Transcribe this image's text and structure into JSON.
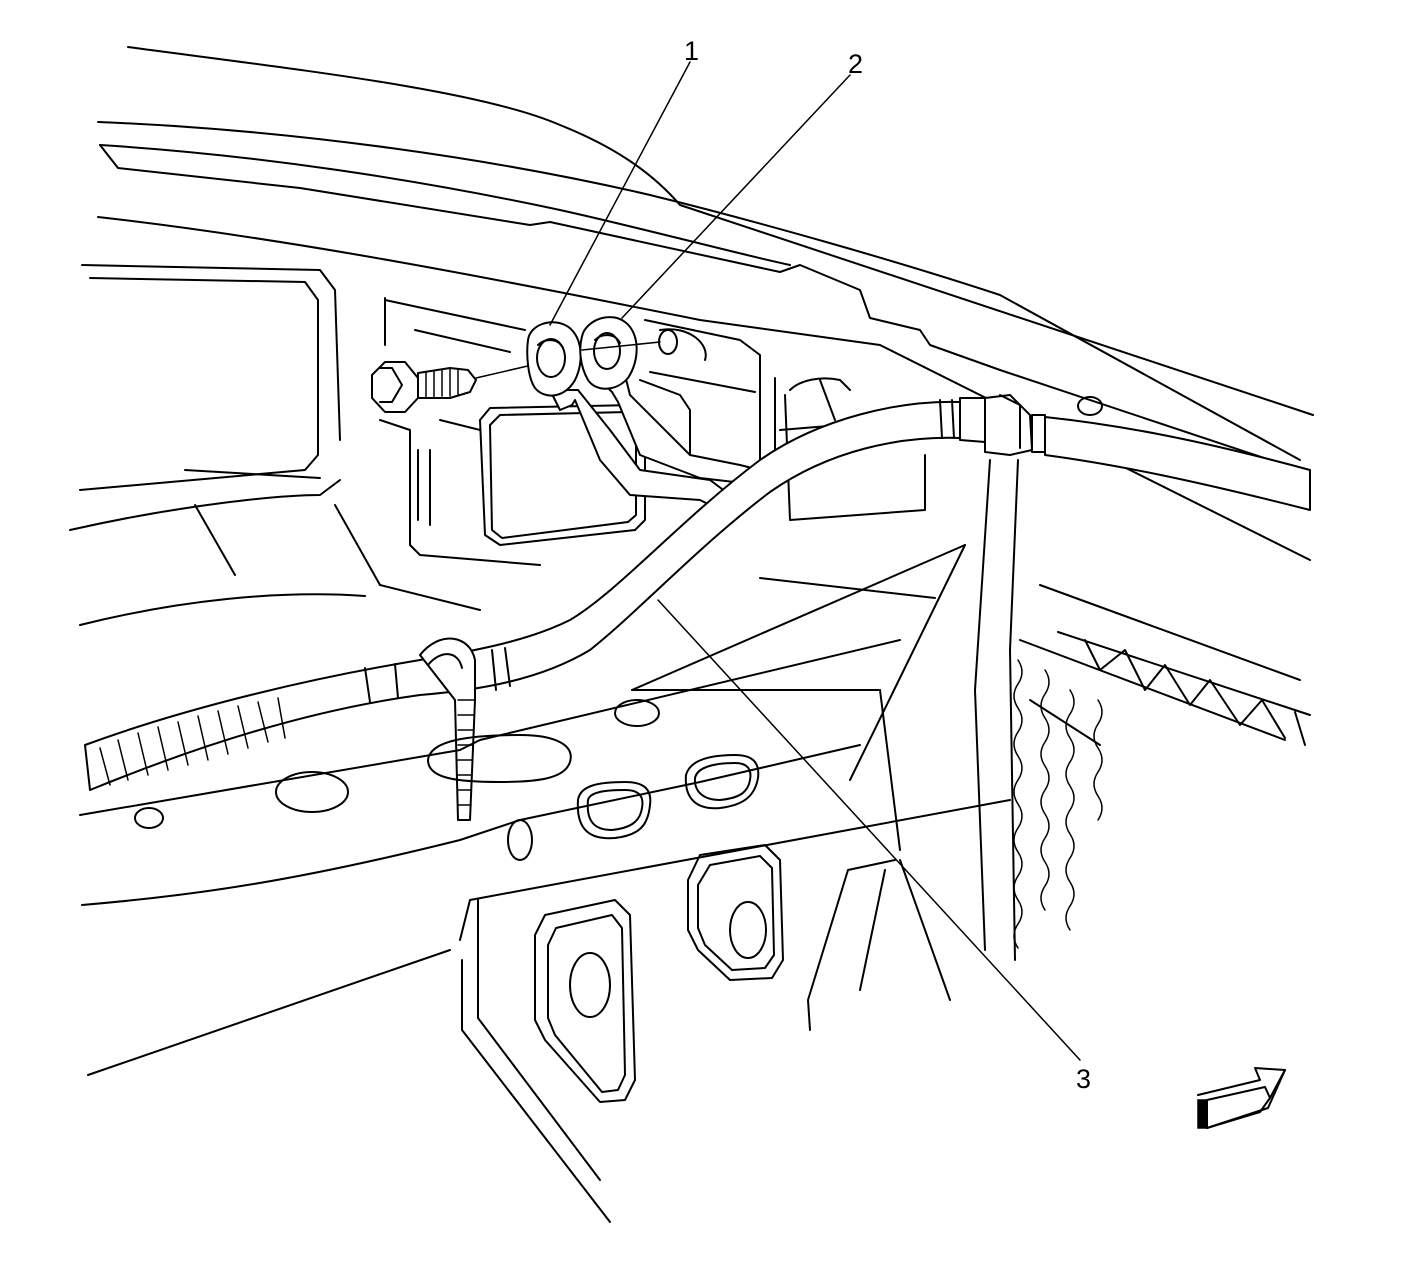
{
  "callouts": [
    {
      "id": "1",
      "label": "1"
    },
    {
      "id": "2",
      "label": "2"
    },
    {
      "id": "3",
      "label": "3"
    }
  ],
  "icons": {
    "front_arrow": "forward-direction-arrow-icon"
  },
  "colors": {
    "line": "#000000",
    "background": "#ffffff"
  }
}
